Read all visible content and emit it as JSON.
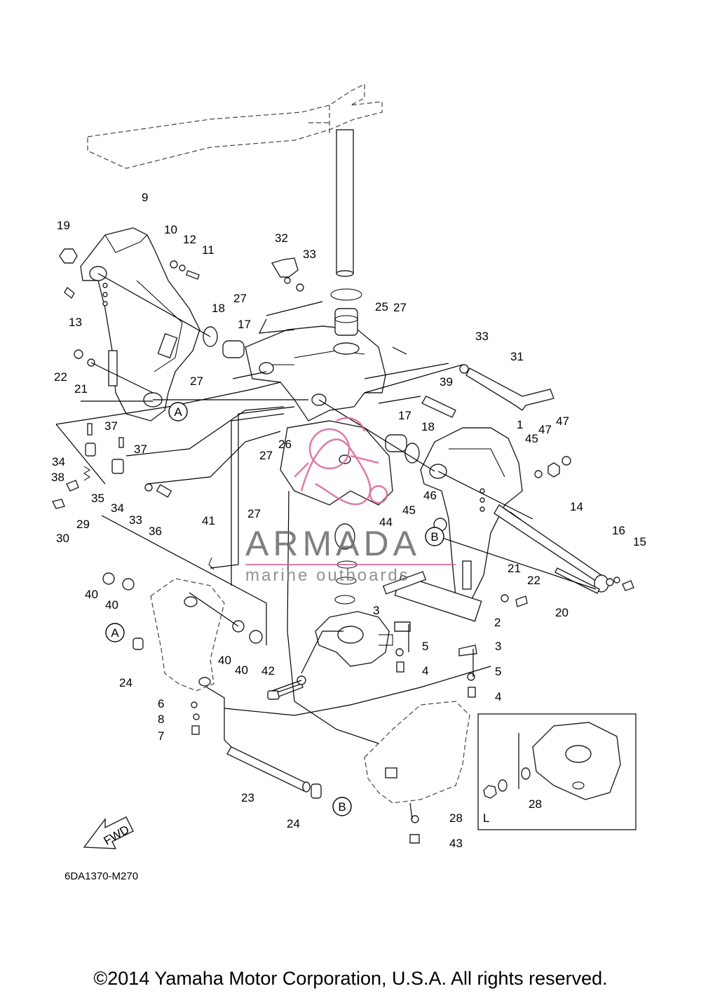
{
  "diagram": {
    "code": "6DA1370-M270",
    "inset_label": "L",
    "fwd_label": "FWD",
    "references": [
      "A",
      "B"
    ],
    "callouts": [
      "1",
      "2",
      "3",
      "4",
      "5",
      "6",
      "7",
      "8",
      "9",
      "10",
      "11",
      "12",
      "13",
      "14",
      "15",
      "16",
      "17",
      "18",
      "19",
      "20",
      "21",
      "22",
      "23",
      "24",
      "25",
      "26",
      "27",
      "28",
      "29",
      "30",
      "31",
      "32",
      "33",
      "34",
      "35",
      "36",
      "37",
      "38",
      "39",
      "40",
      "41",
      "42",
      "43",
      "44",
      "45",
      "46",
      "47"
    ]
  },
  "watermark": {
    "brand": "ARMADA",
    "tagline": "marine outboards",
    "accent_color": "#d9649a"
  },
  "copyright": "©2014 Yamaha Motor Corporation, U.S.A. All rights reserved."
}
